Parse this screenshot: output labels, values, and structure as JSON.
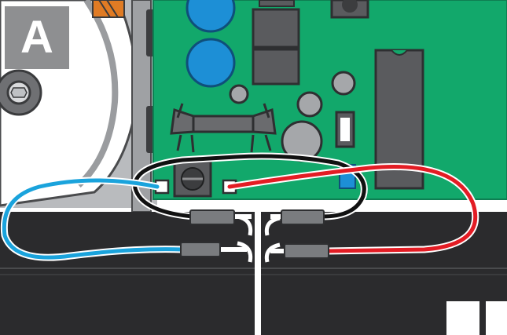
{
  "figure": {
    "panel_label": "A"
  },
  "colors": {
    "pcb_green": "#12a86b",
    "pcb_edge": "#0e7e52",
    "capacitor_blue": "#1d8fd6",
    "component_dark": "#5a5b5e",
    "component_grey": "#a5a7aa",
    "battery_black": "#2b2b2d",
    "wire_blue": "#1aa3dc",
    "wire_red": "#e31c24",
    "wire_black": "#111111",
    "housing_grey": "#9fa1a4",
    "badge_grey": "#8e8f91"
  },
  "components": [
    "transformer",
    "electrolytic-capacitor",
    "capacitor-1",
    "capacitor-2",
    "relay-1",
    "relay-2",
    "ic-chip",
    "heatsink",
    "potentiometer",
    "terminal-negative",
    "terminal-positive",
    "battery-left",
    "battery-right"
  ]
}
